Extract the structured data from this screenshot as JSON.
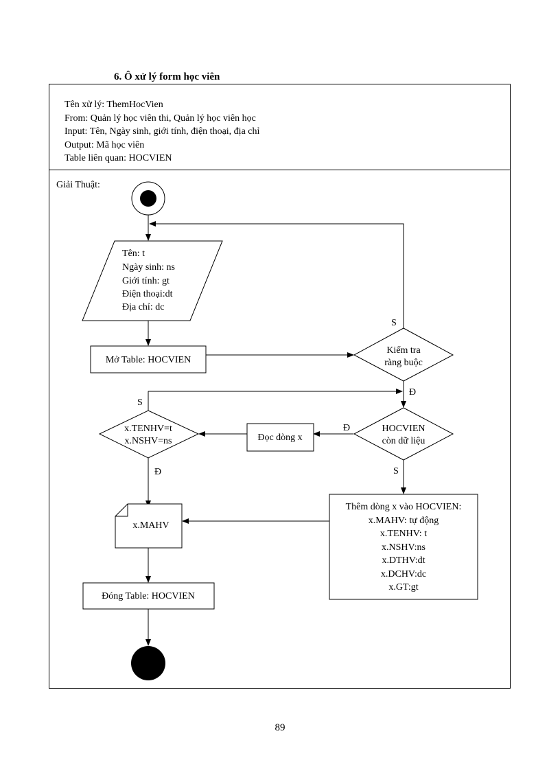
{
  "heading": "6.  Ô xử lý form học viên",
  "info": {
    "lines": [
      "Tên xử lý: ThemHocVien",
      "From: Quản lý học viên thi, Quản lý học viên học",
      "Input: Tên, Ngày sinh, giới tính, điện thoại, địa chỉ",
      "Output: Mã học viên",
      "Table liên quan: HOCVIEN"
    ]
  },
  "algorithm": {
    "label": "Giải Thuật:",
    "input_lines": [
      "Tên: t",
      "Ngày sinh: ns",
      "Giới tính: gt",
      "Điện thoại:dt",
      "Địa chỉ: dc"
    ],
    "open_table": "Mở Table: HOCVIEN",
    "check_lines": [
      "Kiểm tra",
      "ràng buộc"
    ],
    "check_false": "S",
    "check_true": "Đ",
    "loop_lines": [
      "HOCVIEN",
      "còn dữ liệu"
    ],
    "loop_true": "Đ",
    "loop_false": "S",
    "read_row": "Đọc dòng x",
    "compare_lines": [
      "x.TENHV=t",
      "x.NSHV=ns"
    ],
    "compare_false": "S",
    "compare_true": "Đ",
    "insert_lines": [
      "Thêm dòng x vào HOCVIEN:",
      "x.MAHV: tự động",
      "x.TENHV: t",
      "x.NSHV:ns",
      "x.DTHV:dt",
      "x.DCHV:dc",
      "x.GT:gt"
    ],
    "output_doc": "x.MAHV",
    "close_table": "Đóng Table: HOCVIEN"
  },
  "page_number": "89"
}
